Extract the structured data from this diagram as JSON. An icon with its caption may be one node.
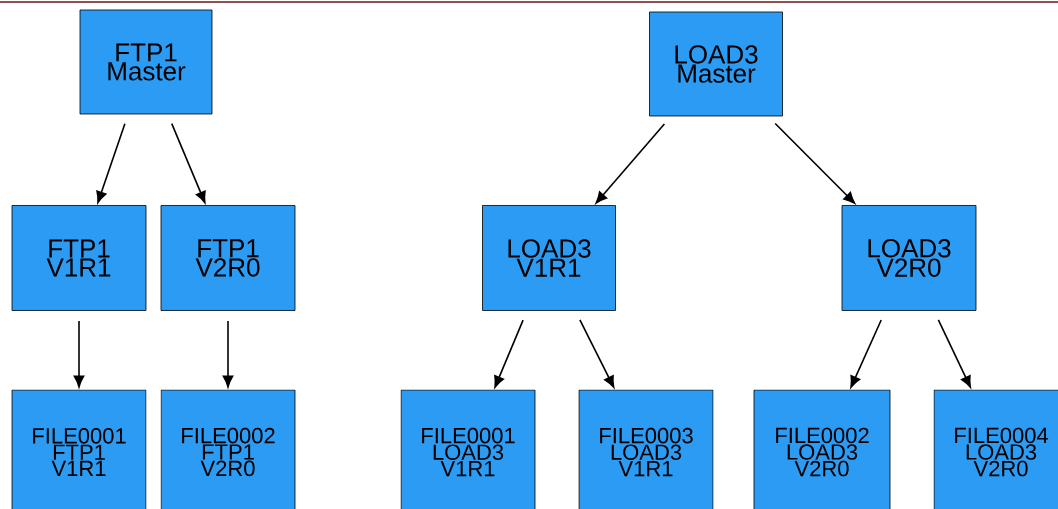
{
  "diagram": {
    "nodes": [
      {
        "text": [
          "FTP1 Master"
        ]
      },
      {
        "text": [
          "FTP1 V1R1"
        ]
      },
      {
        "text": [
          "FTP1 V2R0"
        ]
      },
      {
        "text": [
          "FILE0001 FTP1 V1R1"
        ]
      },
      {
        "text": [
          "FILE0002 FTP1 V2R0"
        ]
      },
      {
        "text": [
          "LOAD3 Master"
        ]
      },
      {
        "text": [
          "LOAD3 V1R1"
        ]
      },
      {
        "text": [
          "LOAD3 V2R0"
        ]
      },
      {
        "text": [
          "FILE0001 LOAD3 V1R1"
        ]
      },
      {
        "text": [
          "FILE0003 LOAD3 V1R1"
        ]
      },
      {
        "text": [
          "FILE0002 LOAD3 V2R0"
        ]
      },
      {
        "text": [
          "FILE0004 LOAD3 V2R0"
        ]
      }
    ],
    "edges": [
      {
        "from": 0,
        "to": 1,
        "arrow": "to"
      },
      {
        "from": 0,
        "to": 2,
        "arrow": "to"
      },
      {
        "from": 1,
        "to": 3,
        "arrow": "to"
      },
      {
        "from": 2,
        "to": 4,
        "arrow": "to"
      },
      {
        "from": 5,
        "to": 6,
        "arrow": "to"
      },
      {
        "from": 5,
        "to": 7,
        "arrow": "to"
      },
      {
        "from": 6,
        "to": 8,
        "arrow": "to"
      },
      {
        "from": 6,
        "to": 9,
        "arrow": "to"
      },
      {
        "from": 7,
        "to": 10,
        "arrow": "to"
      },
      {
        "from": 7,
        "to": 11,
        "arrow": "to"
      }
    ]
  }
}
